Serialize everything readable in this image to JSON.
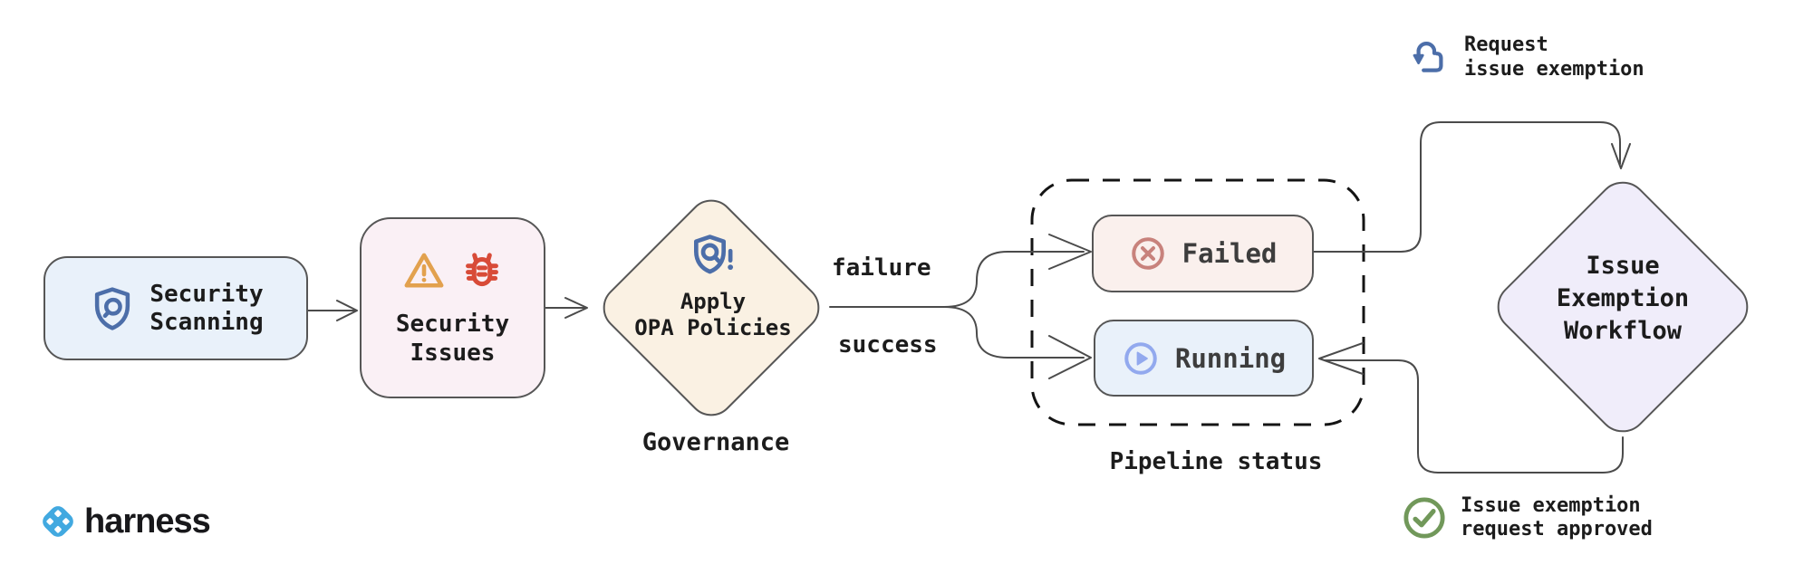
{
  "palette": {
    "node_border": "#565656",
    "connector": "#4b4b4b",
    "dashed_border": "#141414",
    "text_primary": "#1c1c1c",
    "text_status": "#3d3d3d",
    "icon_blue": "#4c6ea9",
    "warning_orange": "#e2a14e",
    "bug_red": "#d84b38",
    "failed_red": "#c8827c",
    "running_blue": "#92a9ee",
    "approved_green": "#71985a",
    "logo_blue": "#42a9e0",
    "scanning_bg": "#e9f1fa",
    "issues_bg": "#faf0f5",
    "opa_bg": "#faf1e3",
    "failed_bg": "#faf0ed",
    "running_bg": "#e9f1fa",
    "exemption_bg": "#f0edfa"
  },
  "nodes": {
    "security_scanning": {
      "label": "Security\nScanning"
    },
    "security_issues": {
      "label": "Security\nIssues"
    },
    "apply_opa": {
      "label": "Apply\nOPA Policies",
      "caption": "Governance"
    },
    "failed": {
      "label": "Failed"
    },
    "running": {
      "label": "Running"
    },
    "pipeline_status_caption": "Pipeline status",
    "issue_exemption": {
      "label": "Issue\nExemption\nWorkflow"
    }
  },
  "edges": {
    "failure": "failure",
    "success": "success"
  },
  "annotations": {
    "request_exemption": "Request\nissue exemption",
    "approved": "Issue exemption\nrequest approved"
  },
  "branding": {
    "wordmark": "harness"
  }
}
